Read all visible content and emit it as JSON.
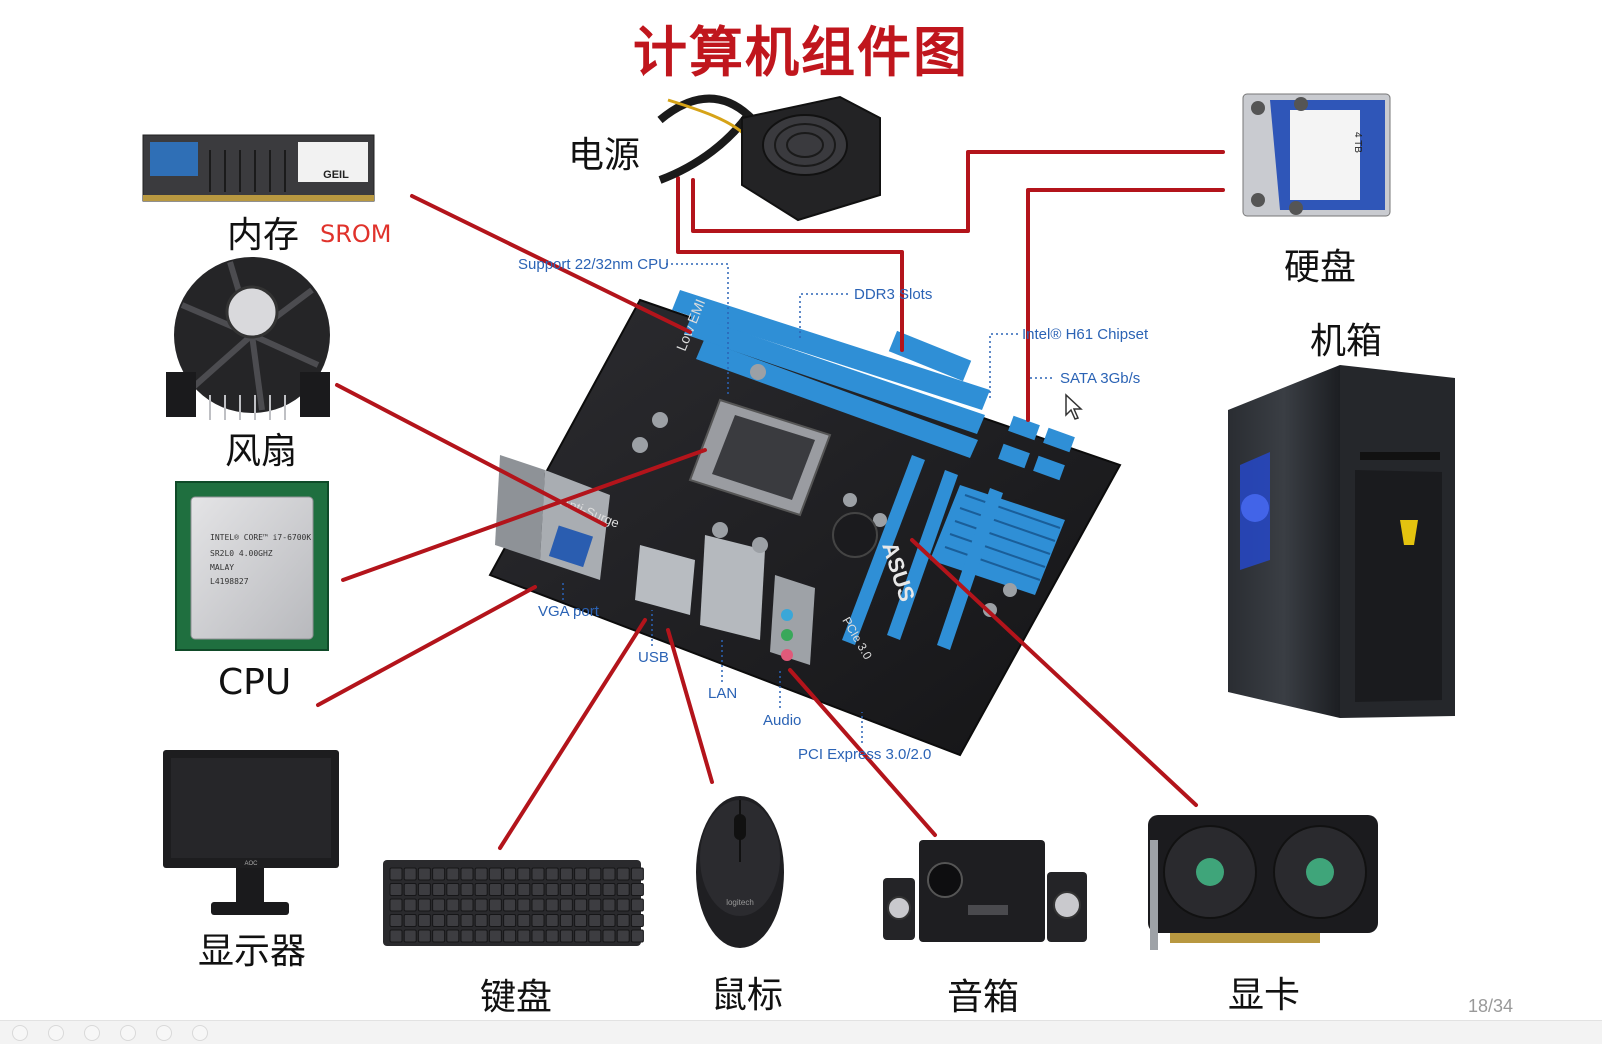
{
  "title": "计算机组件图",
  "components": {
    "memory": "内存",
    "memory_note": "SROM",
    "power": "电源",
    "hdd": "硬盘",
    "case": "机箱",
    "fan": "风扇",
    "cpu": "CPU",
    "monitor": "显示器",
    "keyboard": "键盘",
    "mouse": "鼠标",
    "speaker": "音箱",
    "gpu": "显卡"
  },
  "motherboard": {
    "cpu_support": "Support 22/32nm CPU",
    "ddr3": "DDR3 Slots",
    "chipset": "Intel® H61 Chipset",
    "sata": "SATA 3Gb/s",
    "vga": "VGA port",
    "usb": "USB",
    "lan": "LAN",
    "audio": "Audio",
    "pcie": "PCI Express 3.0/2.0",
    "brand": "ASUS",
    "lowemi": "Low EMI",
    "antisurge": "Anti-Surge",
    "pcie_slot": "PCIe 3.0"
  },
  "hardware_text": {
    "hdd_capacity": "4 TB",
    "monitor_brand": "AOC",
    "mouse_brand": "logitech",
    "ram_brand": "GEIL",
    "cpu_line1": "INTEL® CORE™ i7-6700K",
    "cpu_line2": "SR2L0 4.00GHZ",
    "cpu_line3": "MALAY",
    "cpu_line4": "L4198827"
  },
  "page": "18/34",
  "colors": {
    "title": "#c0161d",
    "connector": "#b3141b",
    "note": "#e0322b",
    "mb_label": "#2b63b5",
    "slot_blue": "#2f8fd6"
  }
}
